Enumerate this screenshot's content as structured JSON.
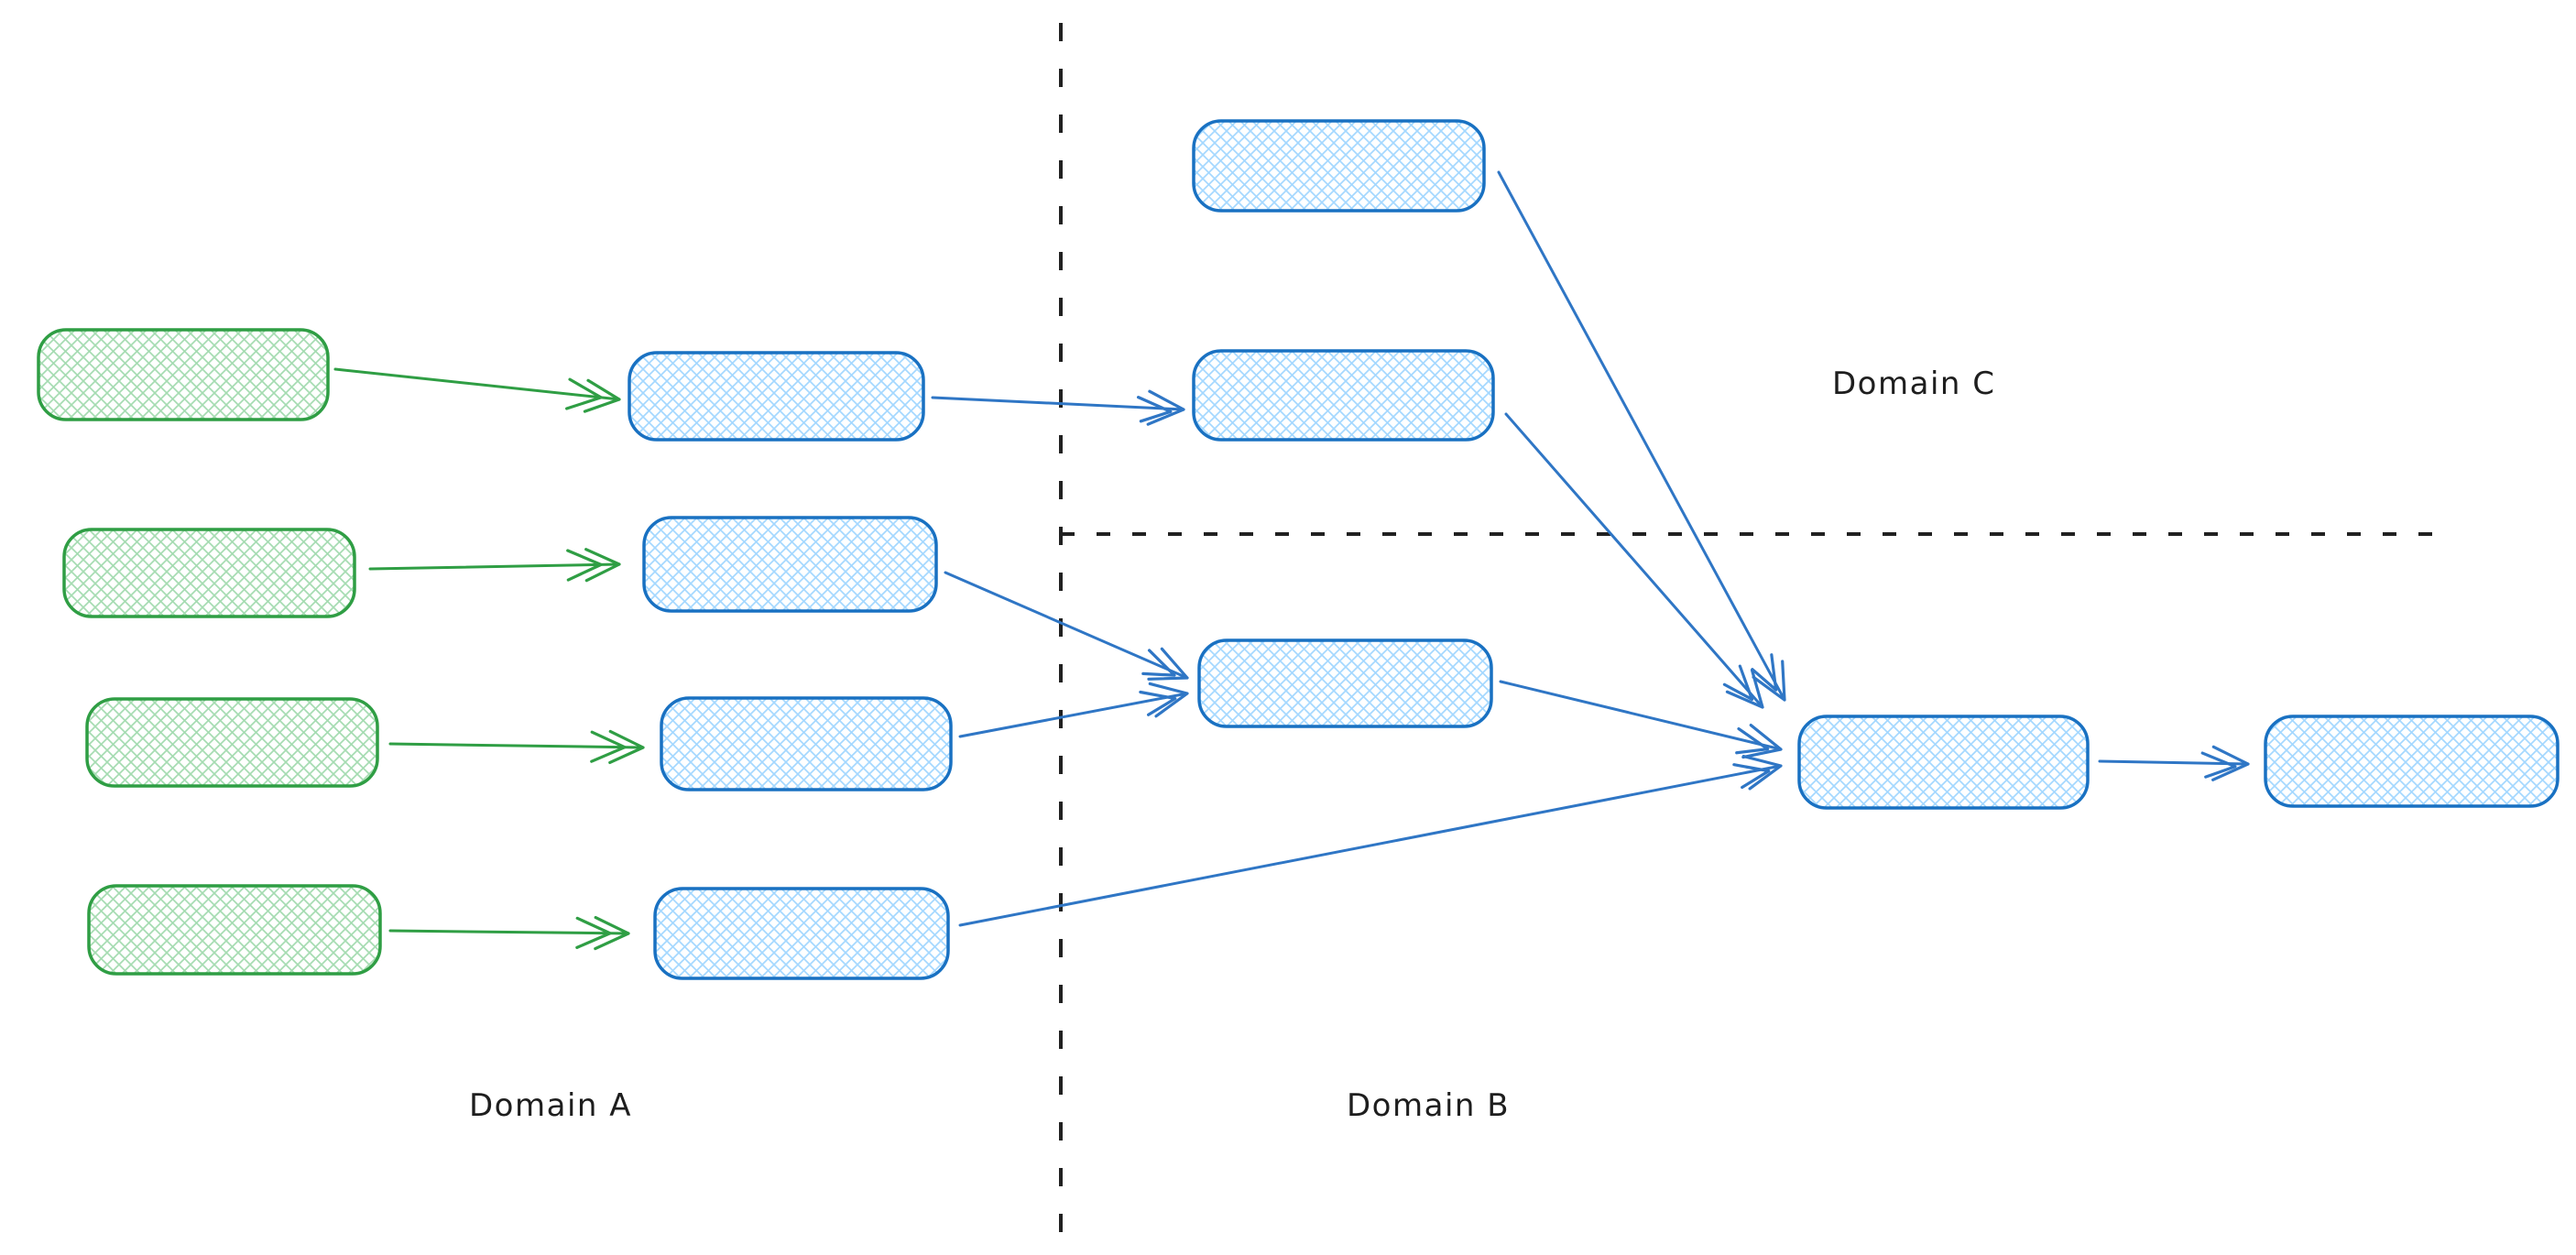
{
  "diagram": {
    "labels": {
      "domain_a": "Domain A",
      "domain_b": "Domain B",
      "domain_c": "Domain C"
    },
    "colors": {
      "background": "#ffffff",
      "green_stroke": "#2f9e44",
      "green_fill": "#a6dcb2",
      "blue_stroke": "#1971c2",
      "blue_fill": "#a5d8ff",
      "blue_arrow": "#2f76c5",
      "divider_color": "#212121",
      "text_color": "#1e1e1e"
    },
    "nodes": [
      {
        "id": "green-1",
        "domain": "Domain A",
        "style": "green-hatched",
        "text": ""
      },
      {
        "id": "green-2",
        "domain": "Domain A",
        "style": "green-hatched",
        "text": ""
      },
      {
        "id": "green-3",
        "domain": "Domain A",
        "style": "green-hatched",
        "text": ""
      },
      {
        "id": "green-4",
        "domain": "Domain A",
        "style": "green-hatched",
        "text": ""
      },
      {
        "id": "blue-a1",
        "domain": "Domain A",
        "style": "blue-hatched",
        "text": ""
      },
      {
        "id": "blue-a2",
        "domain": "Domain A",
        "style": "blue-hatched",
        "text": ""
      },
      {
        "id": "blue-a3",
        "domain": "Domain A",
        "style": "blue-hatched",
        "text": ""
      },
      {
        "id": "blue-a4",
        "domain": "Domain A",
        "style": "blue-hatched",
        "text": ""
      },
      {
        "id": "blue-b1",
        "domain": "Domain B",
        "style": "blue-hatched",
        "text": ""
      },
      {
        "id": "blue-b2",
        "domain": "Domain B",
        "style": "blue-hatched",
        "text": ""
      },
      {
        "id": "blue-b3",
        "domain": "Domain B",
        "style": "blue-hatched",
        "text": ""
      },
      {
        "id": "blue-c1",
        "domain": "Domain C",
        "style": "blue-hatched",
        "text": ""
      },
      {
        "id": "blue-c2",
        "domain": "Domain C",
        "style": "blue-hatched",
        "text": ""
      }
    ],
    "edges": [
      {
        "from": "green-1",
        "to": "blue-a1",
        "color": "green"
      },
      {
        "from": "green-2",
        "to": "blue-a2",
        "color": "green"
      },
      {
        "from": "green-3",
        "to": "blue-a3",
        "color": "green"
      },
      {
        "from": "green-4",
        "to": "blue-a4",
        "color": "green"
      },
      {
        "from": "blue-a1",
        "to": "blue-b2",
        "color": "blue"
      },
      {
        "from": "blue-a2",
        "to": "blue-b3",
        "color": "blue"
      },
      {
        "from": "blue-a3",
        "to": "blue-b3",
        "color": "blue"
      },
      {
        "from": "blue-a4",
        "to": "blue-c1",
        "color": "blue"
      },
      {
        "from": "blue-b1",
        "to": "blue-c1",
        "color": "blue"
      },
      {
        "from": "blue-b2",
        "to": "blue-c1",
        "color": "blue"
      },
      {
        "from": "blue-b3",
        "to": "blue-c1",
        "color": "blue"
      },
      {
        "from": "blue-c1",
        "to": "blue-c2",
        "color": "blue"
      }
    ],
    "dividers": [
      {
        "id": "vertical",
        "separates": "Domain A | Domain B"
      },
      {
        "id": "horizontal",
        "separates": "Domain C / Domain B"
      }
    ]
  }
}
